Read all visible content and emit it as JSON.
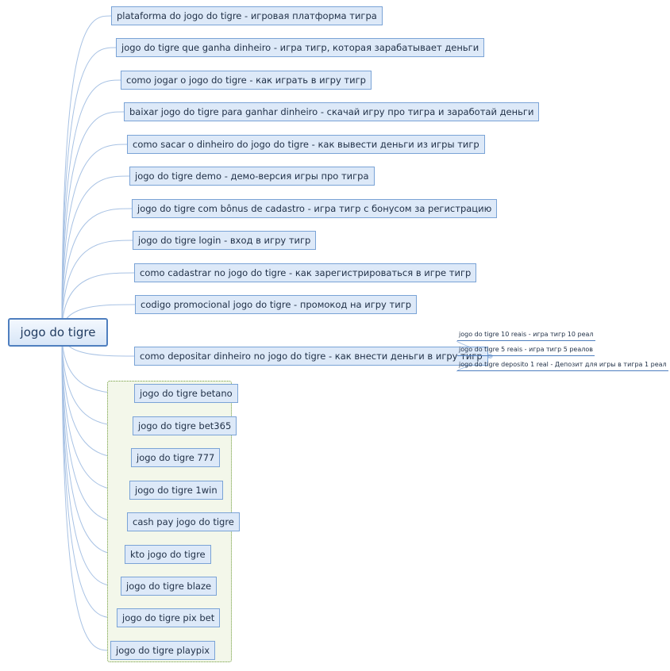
{
  "central_topic": "jogo do tigre",
  "colors": {
    "topic_fill": "#dde9f8",
    "topic_border": "#7aa3d6",
    "central_border": "#4f7fbf",
    "connector": "#a8c2e4",
    "boundary_border": "#6f9a3a",
    "boundary_fill": "#f3f7ea"
  },
  "topics": [
    "plataforma do jogo do tigre - игровая платформа тигра",
    "jogo do tigre que ganha dinheiro - игра тигр, которая зарабатывает деньги",
    "como jogar o jogo do tigre - как играть в игру тигр",
    "baixar jogo do tigre para ganhar dinheiro - скачай игру про тигра и заработай деньги",
    "como sacar o dinheiro do jogo do tigre - как вывести деньги из игры тигр",
    "jogo do tigre demo - демо-версия игры про тигра",
    "jogo do tigre com bônus de cadastro - игра тигр с бонусом за регистрацию",
    "jogo do tigre login - вход в игру тигр",
    "como cadastrar no jogo do tigre - как зарегистрироваться в игре тигр",
    "codigo promocional jogo do tigre - промокод на игру тигр",
    "como depositar dinheiro no jogo do tigre - как внести деньги в игру тигр"
  ],
  "subtopics": [
    "jogo do tigre 10 reais - игра тигр 10 реал",
    "jogo do tigre 5 reais - игра тигр 5 реалов",
    "jogo do tigre deposito 1 real - Депозит для игры в тигра 1 реал"
  ],
  "grouped_topics": [
    "jogo do tigre betano",
    "jogo do tigre bet365",
    "jogo do tigre 777",
    "jogo do tigre 1win",
    "cash pay jogo do tigre",
    "kto jogo do tigre",
    "jogo do tigre blaze",
    "jogo do tigre pix bet",
    "jogo do tigre playpix"
  ]
}
